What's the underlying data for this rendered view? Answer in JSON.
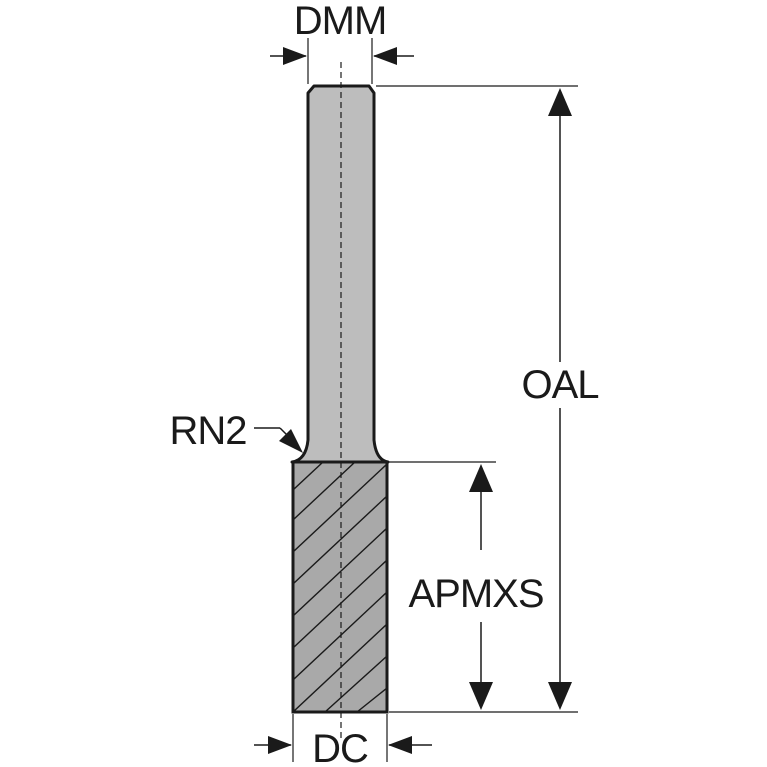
{
  "labels": {
    "dmm": "DMM",
    "oal": "OAL",
    "rn2": "RN2",
    "apmxs": "APMXS",
    "dc": "DC"
  },
  "colors": {
    "ink": "#1a1a1a",
    "shank": "#bdbdbd",
    "flute": "#a9a9a9",
    "background": "#ffffff"
  }
}
